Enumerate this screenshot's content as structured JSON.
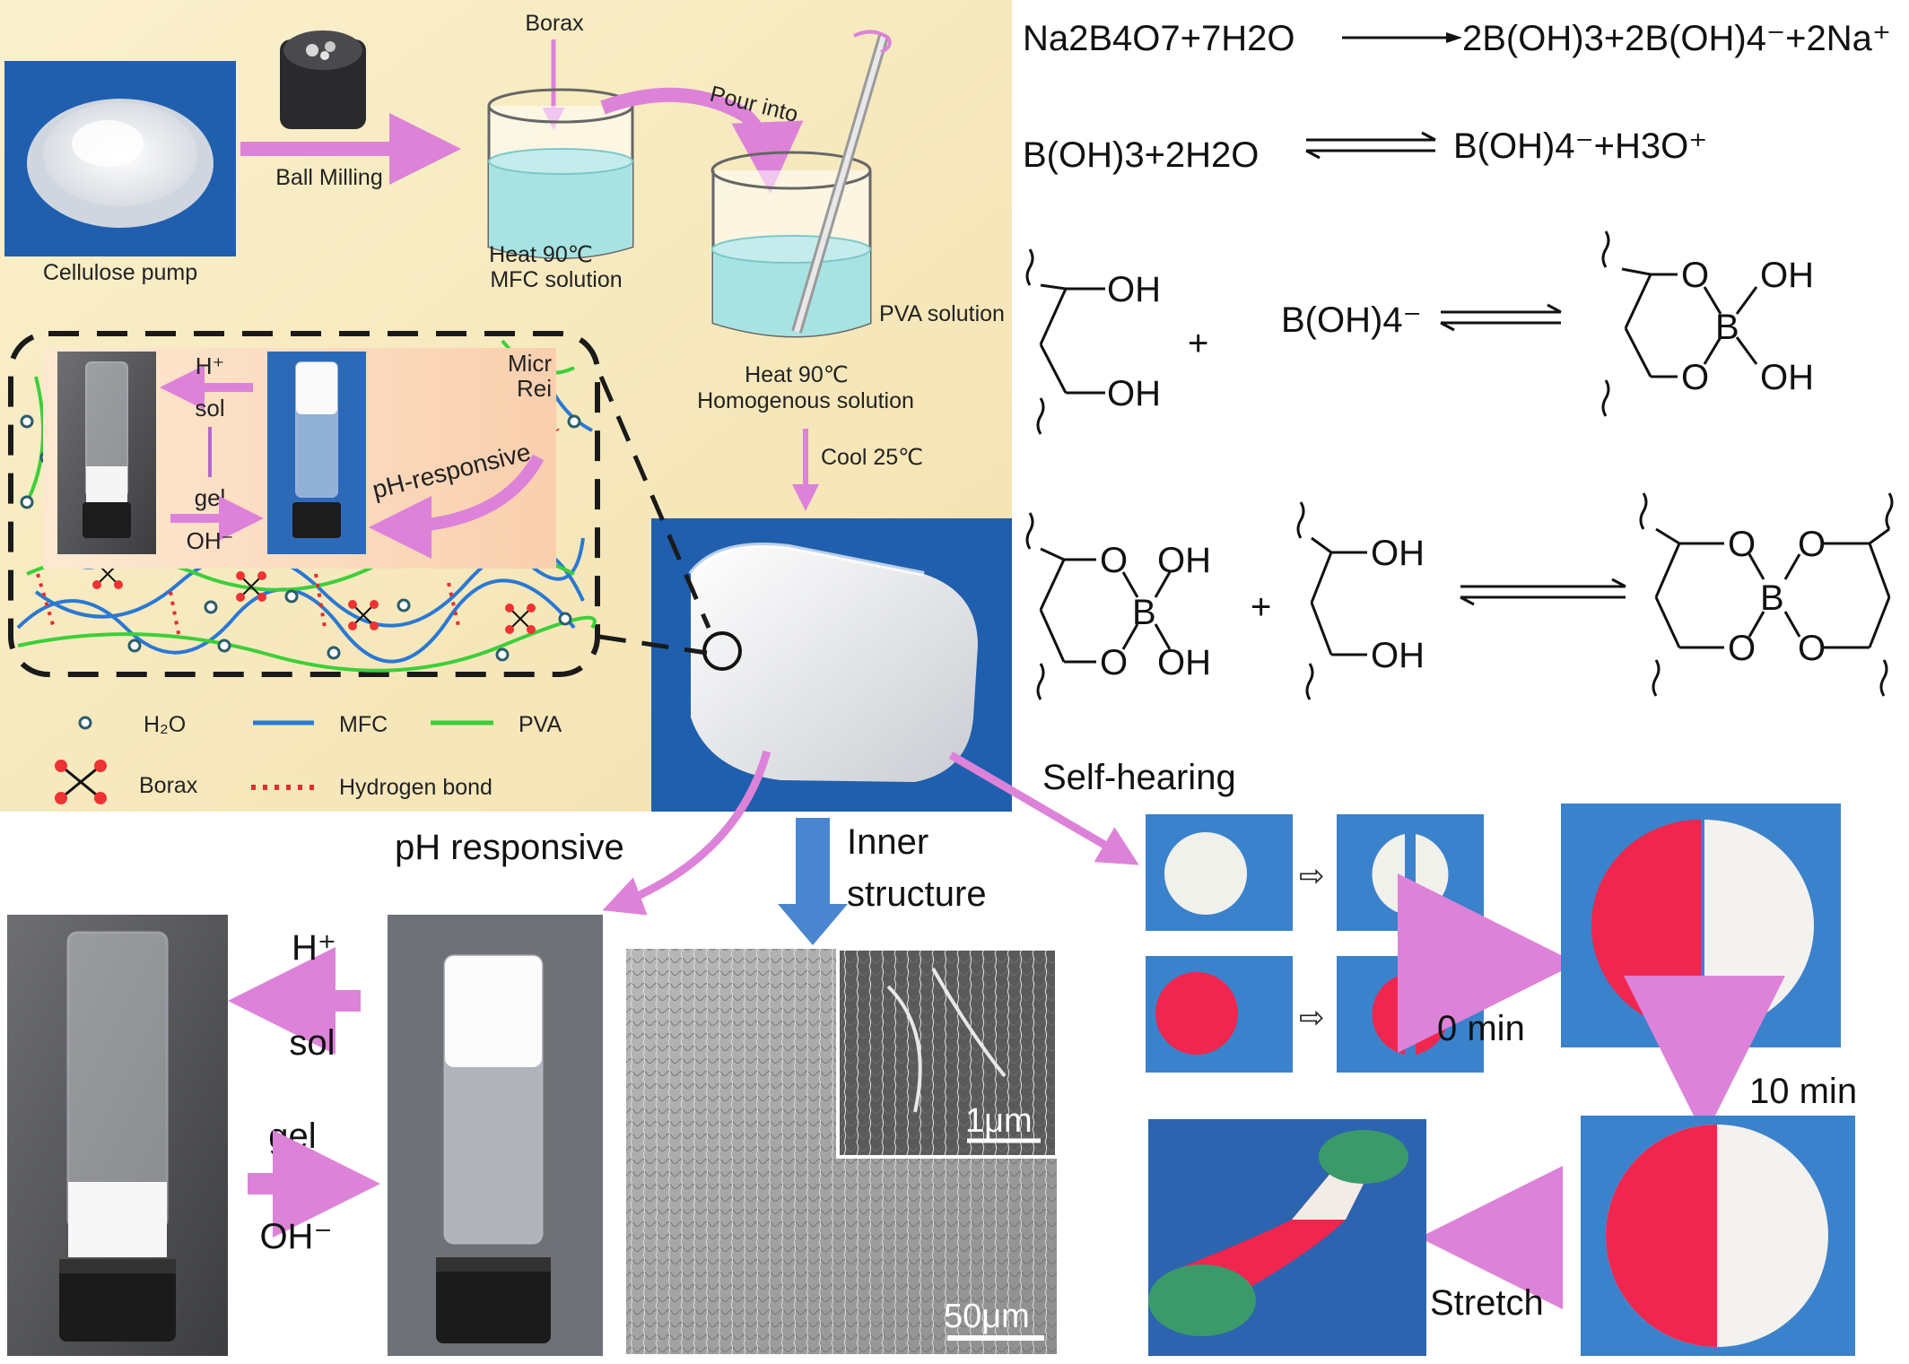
{
  "process": {
    "borax_label": "Borax",
    "pour_into": "Pour into",
    "ball_milling": "Ball Milling",
    "cellulose_pump": "Cellulose pump",
    "mfc_heat": "Heat  90℃",
    "mfc_solution": "MFC solution",
    "pva_solution": "PVA solution",
    "homo_heat": "Heat  90℃",
    "homogenous_solution": "Homogenous solution",
    "cool": "Cool  25℃",
    "micro_label_1": "Micr",
    "micro_label_2": "Rei"
  },
  "inset": {
    "h_plus": "H⁺",
    "sol": "sol",
    "gel": "gel",
    "oh_minus": "OH⁻",
    "ph_responsive": "pH-responsive"
  },
  "legend": {
    "h2o": "H₂O",
    "mfc": "MFC",
    "pva": "PVA",
    "borax": "Borax",
    "hydrogen_bond": "Hydrogen bond"
  },
  "colors": {
    "panel_bg": "#f8edc4",
    "inset_bg": "#fbd9bc",
    "photo_blue": "#1f5fae",
    "arrow_pink": "#dd82d9",
    "mfc_blue": "#2a78d4",
    "pva_green": "#3ccf3a",
    "liquid": "#a8e3e3",
    "hydrogel_red": "#f0264e"
  },
  "equations": {
    "eq1_left": "Na2B4O7+7H2O",
    "eq1_right": "2B(OH)3+2B(OH)4⁻+2Na⁺",
    "eq2_left": "B(OH)3+2H2O",
    "eq2_right": "B(OH)4⁻+H3O⁺",
    "r3_reagent": "B(OH)4⁻",
    "plus": "+",
    "oh": "OH",
    "o": "O",
    "b": "B"
  },
  "bottom": {
    "ph_responsive": "pH responsive",
    "inner_structure_1": "Inner",
    "inner_structure_2": "structure",
    "self_healing": "Self-hearing",
    "h_plus": "H⁺",
    "sol": "sol",
    "gel": "gel",
    "oh_minus": "OH⁻",
    "scale_small": "1μm",
    "scale_large": "50μm",
    "t0": "0 min",
    "t10": "10 min",
    "stretch": "Stretch"
  }
}
